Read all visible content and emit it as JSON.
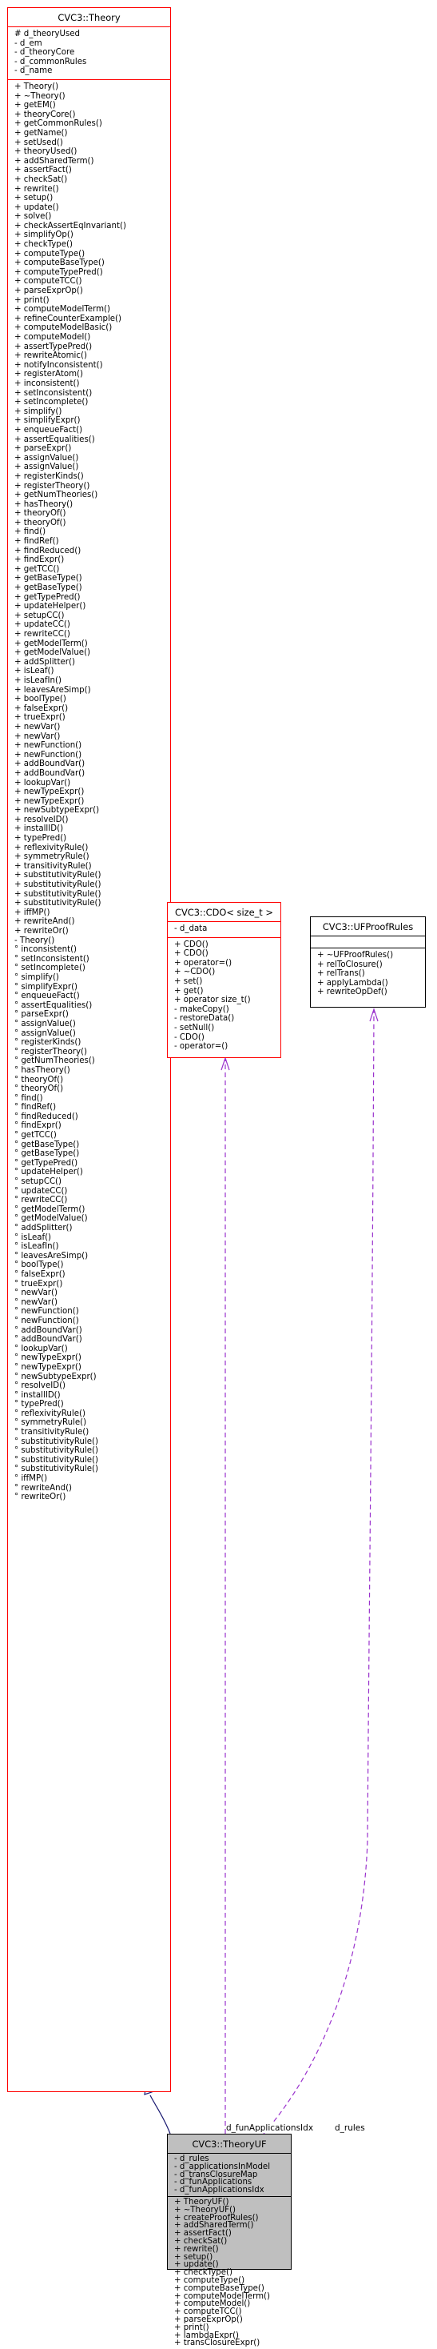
{
  "diagram": {
    "edge_labels": {
      "cdo": "d_funApplicationsIdx",
      "proof_rules": "d_rules"
    },
    "colors": {
      "box_border_red": "#ff0000",
      "box_border_black": "#000000",
      "focus_fill": "#bfbfbf",
      "inheritance_edge": "#191970",
      "usage_edge": "#9a32cd"
    }
  },
  "theory": {
    "title": "CVC3::Theory",
    "attributes": [
      "# d_theoryUsed",
      "- d_em",
      "- d_theoryCore",
      "- d_commonRules",
      "- d_name"
    ],
    "operations": [
      "+ Theory()",
      "+ ~Theory()",
      "+ getEM()",
      "+ theoryCore()",
      "+ getCommonRules()",
      "+ getName()",
      "+ setUsed()",
      "+ theoryUsed()",
      "+ addSharedTerm()",
      "+ assertFact()",
      "+ checkSat()",
      "+ rewrite()",
      "+ setup()",
      "+ update()",
      "+ solve()",
      "+ checkAssertEqInvariant()",
      "+ simplifyOp()",
      "+ checkType()",
      "+ computeType()",
      "+ computeBaseType()",
      "+ computeTypePred()",
      "+ computeTCC()",
      "+ parseExprOp()",
      "+ print()",
      "+ computeModelTerm()",
      "+ refineCounterExample()",
      "+ computeModelBasic()",
      "+ computeModel()",
      "+ assertTypePred()",
      "+ rewriteAtomic()",
      "+ notifyInconsistent()",
      "+ registerAtom()",
      "+ inconsistent()",
      "+ setInconsistent()",
      "+ setIncomplete()",
      "+ simplify()",
      "+ simplifyExpr()",
      "+ enqueueFact()",
      "+ assertEqualities()",
      "+ parseExpr()",
      "+ assignValue()",
      "+ assignValue()",
      "+ registerKinds()",
      "+ registerTheory()",
      "+ getNumTheories()",
      "+ hasTheory()",
      "+ theoryOf()",
      "+ theoryOf()",
      "+ find()",
      "+ findRef()",
      "+ findReduced()",
      "+ findExpr()",
      "+ getTCC()",
      "+ getBaseType()",
      "+ getBaseType()",
      "+ getTypePred()",
      "+ updateHelper()",
      "+ setupCC()",
      "+ updateCC()",
      "+ rewriteCC()",
      "+ getModelTerm()",
      "+ getModelValue()",
      "+ addSplitter()",
      "+ isLeaf()",
      "+ isLeafIn()",
      "+ leavesAreSimp()",
      "+ boolType()",
      "+ falseExpr()",
      "+ trueExpr()",
      "+ newVar()",
      "+ newVar()",
      "+ newFunction()",
      "+ newFunction()",
      "+ addBoundVar()",
      "+ addBoundVar()",
      "+ lookupVar()",
      "+ newTypeExpr()",
      "+ newTypeExpr()",
      "+ newSubtypeExpr()",
      "+ resolveID()",
      "+ installID()",
      "+ typePred()",
      "+ reflexivityRule()",
      "+ symmetryRule()",
      "+ transitivityRule()",
      "+ substitutivityRule()",
      "+ substitutivityRule()",
      "+ substitutivityRule()",
      "+ substitutivityRule()",
      "+ iffMP()",
      "+ rewriteAnd()",
      "+ rewriteOr()",
      "- Theory()",
      "° inconsistent()",
      "° setInconsistent()",
      "° setIncomplete()",
      "° simplify()",
      "° simplifyExpr()",
      "° enqueueFact()",
      "° assertEqualities()",
      "° parseExpr()",
      "° assignValue()",
      "° assignValue()",
      "° registerKinds()",
      "° registerTheory()",
      "° getNumTheories()",
      "° hasTheory()",
      "° theoryOf()",
      "° theoryOf()",
      "° find()",
      "° findRef()",
      "° findReduced()",
      "° findExpr()",
      "° getTCC()",
      "° getBaseType()",
      "° getBaseType()",
      "° getTypePred()",
      "° updateHelper()",
      "° setupCC()",
      "° updateCC()",
      "° rewriteCC()",
      "° getModelTerm()",
      "° getModelValue()",
      "° addSplitter()",
      "° isLeaf()",
      "° isLeafIn()",
      "° leavesAreSimp()",
      "° boolType()",
      "° falseExpr()",
      "° trueExpr()",
      "° newVar()",
      "° newVar()",
      "° newFunction()",
      "° newFunction()",
      "° addBoundVar()",
      "° addBoundVar()",
      "° lookupVar()",
      "° newTypeExpr()",
      "° newTypeExpr()",
      "° newSubtypeExpr()",
      "° resolveID()",
      "° installID()",
      "° typePred()",
      "° reflexivityRule()",
      "° symmetryRule()",
      "° transitivityRule()",
      "° substitutivityRule()",
      "° substitutivityRule()",
      "° substitutivityRule()",
      "° substitutivityRule()",
      "° iffMP()",
      "° rewriteAnd()",
      "° rewriteOr()"
    ]
  },
  "cdo": {
    "title": "CVC3::CDO< size_t >",
    "attributes": [
      "- d_data"
    ],
    "operations": [
      "+ CDO()",
      "+ CDO()",
      "+ operator=()",
      "+ ~CDO()",
      "+ set()",
      "+ get()",
      "+ operator size_t()",
      "- makeCopy()",
      "- restoreData()",
      "- setNull()",
      "- CDO()",
      "- operator=()"
    ]
  },
  "ufproofrules": {
    "title": "CVC3::UFProofRules",
    "attributes": [],
    "operations": [
      "+ ~UFProofRules()",
      "+ relToClosure()",
      "+ relTrans()",
      "+ applyLambda()",
      "+ rewriteOpDef()"
    ]
  },
  "theoryuf": {
    "title": "CVC3::TheoryUF",
    "attributes": [
      "- d_rules",
      "- d_applicationsInModel",
      "- d_transClosureMap",
      "- d_funApplications",
      "- d_funApplicationsIdx"
    ],
    "operations": [
      "+ TheoryUF()",
      "+ ~TheoryUF()",
      "+ createProofRules()",
      "+ addSharedTerm()",
      "+ assertFact()",
      "+ checkSat()",
      "+ rewrite()",
      "+ setup()",
      "+ update()",
      "+ checkType()",
      "+ computeType()",
      "+ computeBaseType()",
      "+ computeModelTerm()",
      "+ computeModel()",
      "+ computeTCC()",
      "+ parseExprOp()",
      "+ print()",
      "+ lambdaExpr()",
      "+ transClosureExpr()"
    ]
  }
}
